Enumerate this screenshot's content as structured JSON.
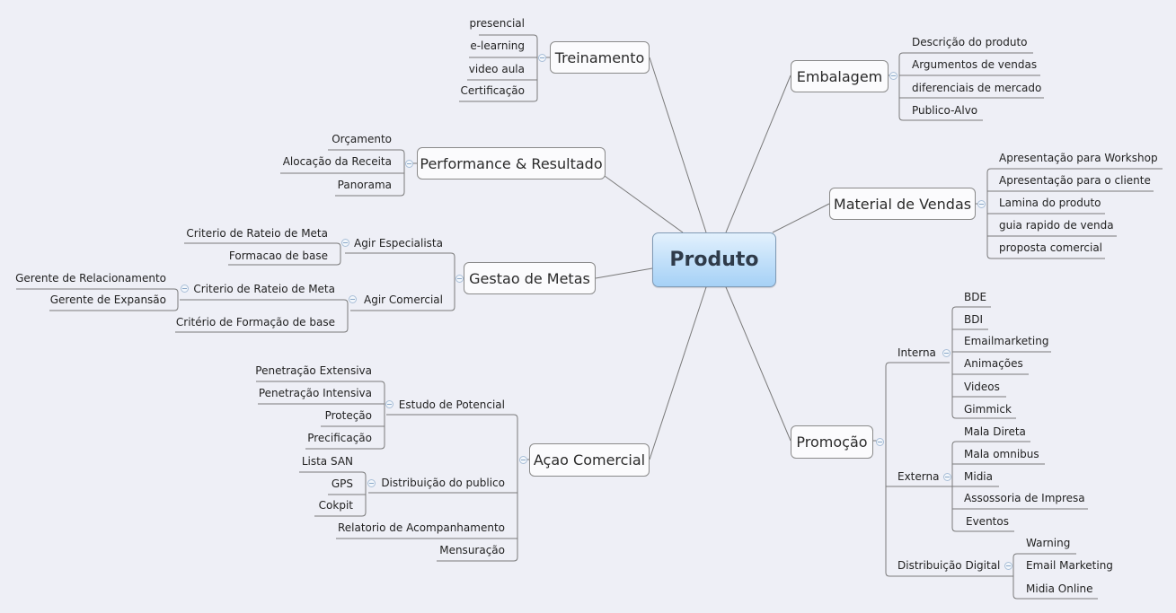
{
  "central": {
    "label": "Produto"
  },
  "colors": {
    "background": "#eeeff6",
    "line": "#7a7a7a",
    "central_fill": "#b7dafa",
    "central_border": "#7f9ab5",
    "collapse_icon": "#a9bfd8"
  },
  "left": {
    "treinamento": {
      "label": "Treinamento",
      "children": [
        "presencial",
        "e-learning",
        "video aula",
        "Certificação"
      ]
    },
    "performance": {
      "label": "Performance & Resultado",
      "children": [
        "Orçamento",
        "Alocação da Receita",
        "Panorama"
      ]
    },
    "gestao": {
      "label": "Gestao de Metas",
      "children": [
        {
          "label": "Agir Especialista",
          "children": [
            "Criterio de Rateio de Meta",
            "Formacao de base"
          ]
        },
        {
          "label": "Agir Comercial",
          "children": [
            {
              "label": "Criterio de Rateio de Meta",
              "children": [
                "Gerente de Relacionamento",
                "Gerente de Expansão"
              ]
            },
            "Critério de Formação de base"
          ]
        }
      ]
    },
    "acao": {
      "label": "Açao Comercial",
      "children": [
        {
          "label": "Estudo de Potencial",
          "children": [
            "Penetração Extensiva",
            "Penetração Intensiva",
            "Proteção",
            "Precificação"
          ]
        },
        {
          "label": "Distribuição do publico",
          "children": [
            "Lista SAN",
            "GPS",
            "Cokpit"
          ]
        },
        "Relatorio de Acompanhamento",
        "Mensuração"
      ]
    }
  },
  "right": {
    "embalagem": {
      "label": "Embalagem",
      "children": [
        "Descrição do produto",
        "Argumentos de vendas",
        "diferenciais de mercado",
        "Publico-Alvo"
      ]
    },
    "material": {
      "label": "Material de Vendas",
      "children": [
        "Apresentação para Workshop",
        "Apresentação para o cliente",
        "Lamina do produto",
        "guia rapido de venda",
        "proposta comercial"
      ]
    },
    "promocao": {
      "label": "Promoção",
      "children": [
        {
          "label": "Interna",
          "children": [
            "BDE",
            "BDI",
            "Emailmarketing",
            "Animações",
            "Videos",
            "Gimmick"
          ]
        },
        {
          "label": "Externa",
          "children": [
            "Mala Direta",
            "Mala omnibus",
            "Midia",
            "Assossoria de Impresa",
            "Eventos"
          ]
        },
        {
          "label": "Distribuição Digital",
          "children": [
            "Warning",
            "Email Marketing",
            "Midia Online"
          ]
        }
      ]
    }
  }
}
